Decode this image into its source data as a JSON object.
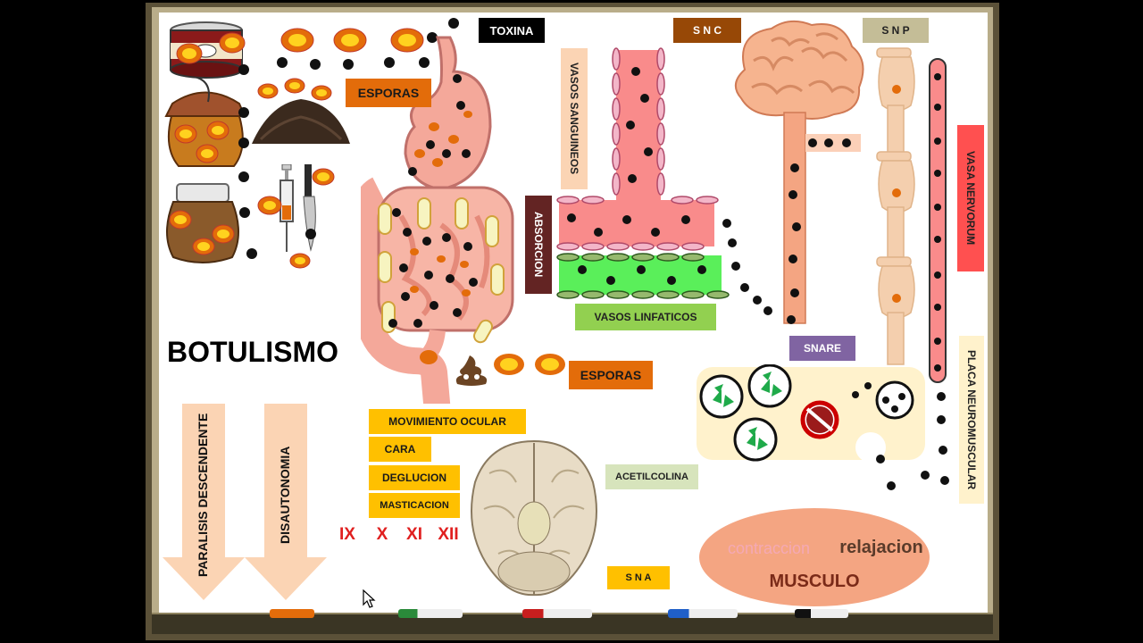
{
  "diagram": {
    "title": "BOTULISMO",
    "labels": {
      "toxina": "TOXINA",
      "snc": "S N C",
      "snp": "S N P",
      "esporas_top": "ESPORAS",
      "esporas_bottom": "ESPORAS",
      "vasos_sanguineos": "VASOS SANGUINEOS",
      "absorcion": "ABSORCION",
      "vasos_linfaticos": "VASOS LINFATICOS",
      "vasa_nervorum": "VASA  NERVORUM",
      "snare": "SNARE",
      "placa_neuromuscular": "PLACA NEUROMUSCULAR",
      "acetilcolina": "ACETILCOLINA",
      "sna": "S N A",
      "paralisis": "PARALISIS DESCENDENTE",
      "disautonomia": "DISAUTONOMIA"
    },
    "cranial_symptoms": [
      "MOVIMIENTO OCULAR",
      "CARA",
      "DEGLUCION",
      "MASTICACION"
    ],
    "cranial_nerves": [
      "IX",
      "X",
      "XI",
      "XII"
    ],
    "muscle": {
      "contraction": "contraccion",
      "relaxation": "relajacion",
      "name": "MUSCULO"
    },
    "colors": {
      "orange": "#e36c0a",
      "yellow": "#ffc000",
      "toxina_bg": "#000000",
      "snc_bg": "#974806",
      "snp_bg": "#c4bd97",
      "vasos_sanguineos_bg": "#fbd4b4",
      "absorcion_bg": "#632423",
      "vasos_linfaticos_bg": "#92d050",
      "vasa_nervorum_bg": "#ff5050",
      "snare_bg": "#8064a2",
      "placa_bg": "#fff2cc",
      "acetilcolina_bg": "#d7e4bc",
      "muscle_bg": "#f4a582"
    },
    "icons": [
      "food-can-icon",
      "honey-jar-icon",
      "soil-icon",
      "preserve-jar-icon",
      "syringe-icon",
      "knife-icon",
      "poop-icon",
      "brain-top-icon",
      "brain-bottom-icon",
      "mouse-cursor-icon"
    ],
    "markers": [
      "orange-marker",
      "green-marker",
      "red-marker",
      "blue-marker",
      "black-marker"
    ]
  }
}
